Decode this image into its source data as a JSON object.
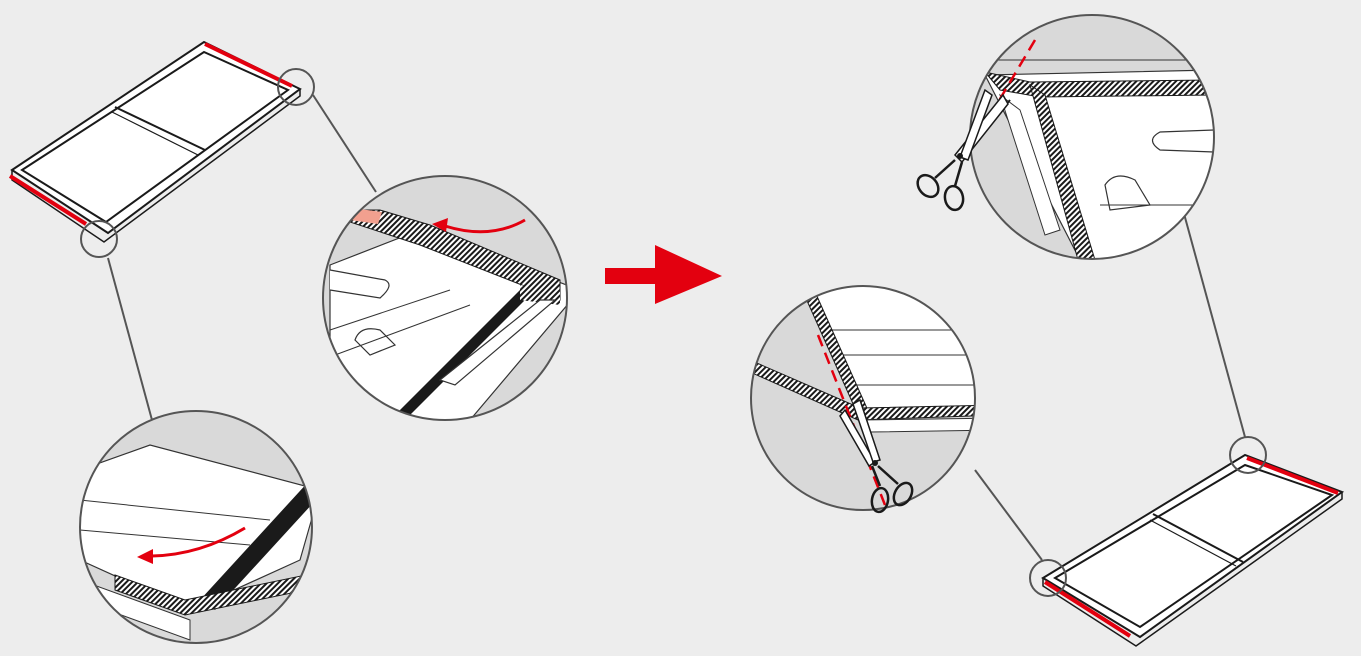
{
  "diagram": {
    "steps": [
      {
        "name": "step-1-fold-strip",
        "frame_icon": "window-frame-outline",
        "details": [
          {
            "name": "detail-top-corner",
            "icon": "fold-arrow-icon"
          },
          {
            "name": "detail-bottom-corner",
            "icon": "fold-arrow-icon"
          }
        ]
      },
      {
        "name": "step-2-cut-strip",
        "frame_icon": "window-frame-outline",
        "details": [
          {
            "name": "detail-top-cut",
            "icon": "scissors-icon"
          },
          {
            "name": "detail-side-cut",
            "icon": "scissors-icon"
          }
        ]
      }
    ],
    "transition_icon": "right-arrow-icon"
  },
  "colors": {
    "background": "#ededed",
    "accent_red": "#e3000f",
    "salmon": "#f2a08f",
    "line": "#222222",
    "gray": "#555555",
    "magnifier_fill": "#d9d9d9",
    "white": "#ffffff"
  }
}
